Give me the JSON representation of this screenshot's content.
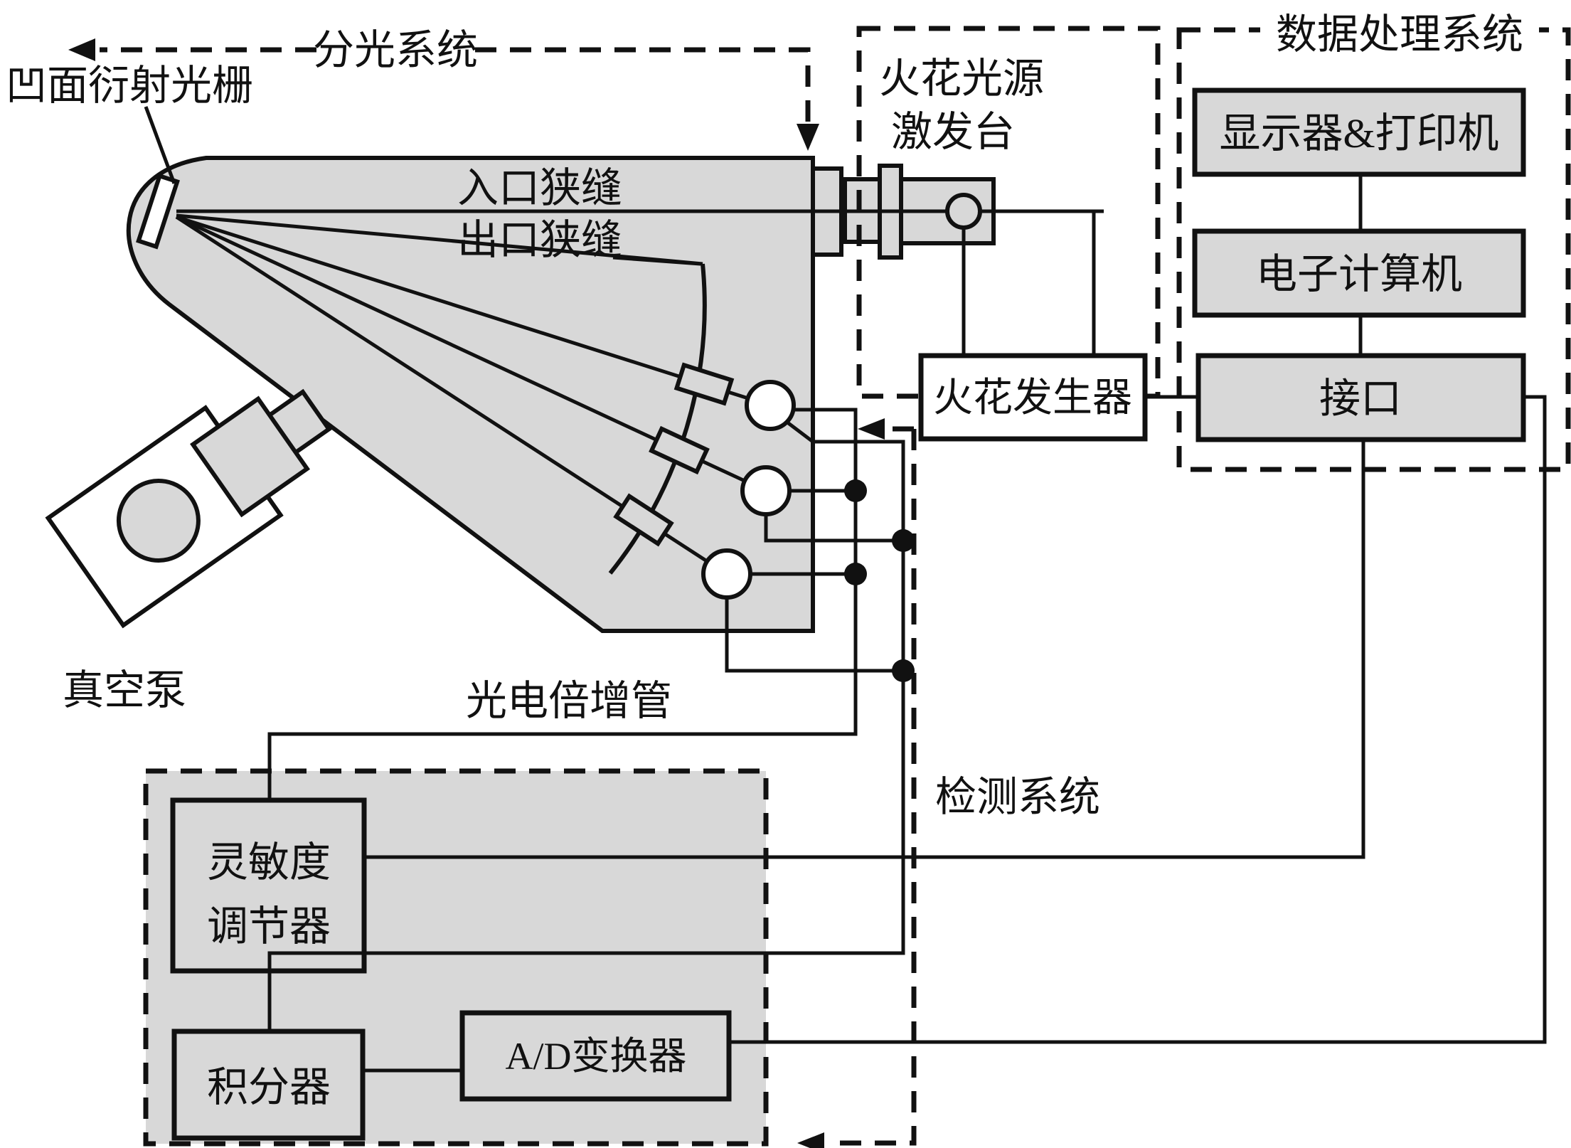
{
  "diagram": {
    "title_groups": {
      "spectro_system": "分光系统",
      "spark_stage_line1": "火花光源",
      "spark_stage_line2": "激发台",
      "data_system": "数据处理系统",
      "detect_system": "检测系统"
    },
    "labels": {
      "grating": "凹面衍射光栅",
      "entrance_slit": "入口狭缝",
      "exit_slit": "出口狭缝",
      "vacuum_pump": "真空泵",
      "pmt": "光电倍增管"
    },
    "boxes": {
      "display_printer": "显示器&打印机",
      "computer": "电子计算机",
      "interface": "接口",
      "spark_generator": "火花发生器",
      "sensitivity_line1": "灵敏度",
      "sensitivity_line2": "调节器",
      "integrator": "积分器",
      "ad_converter": "A/D变换器"
    },
    "colors": {
      "fill_gray": "#d8d8d8",
      "line_black": "#111111",
      "background": "#ffffff"
    }
  }
}
